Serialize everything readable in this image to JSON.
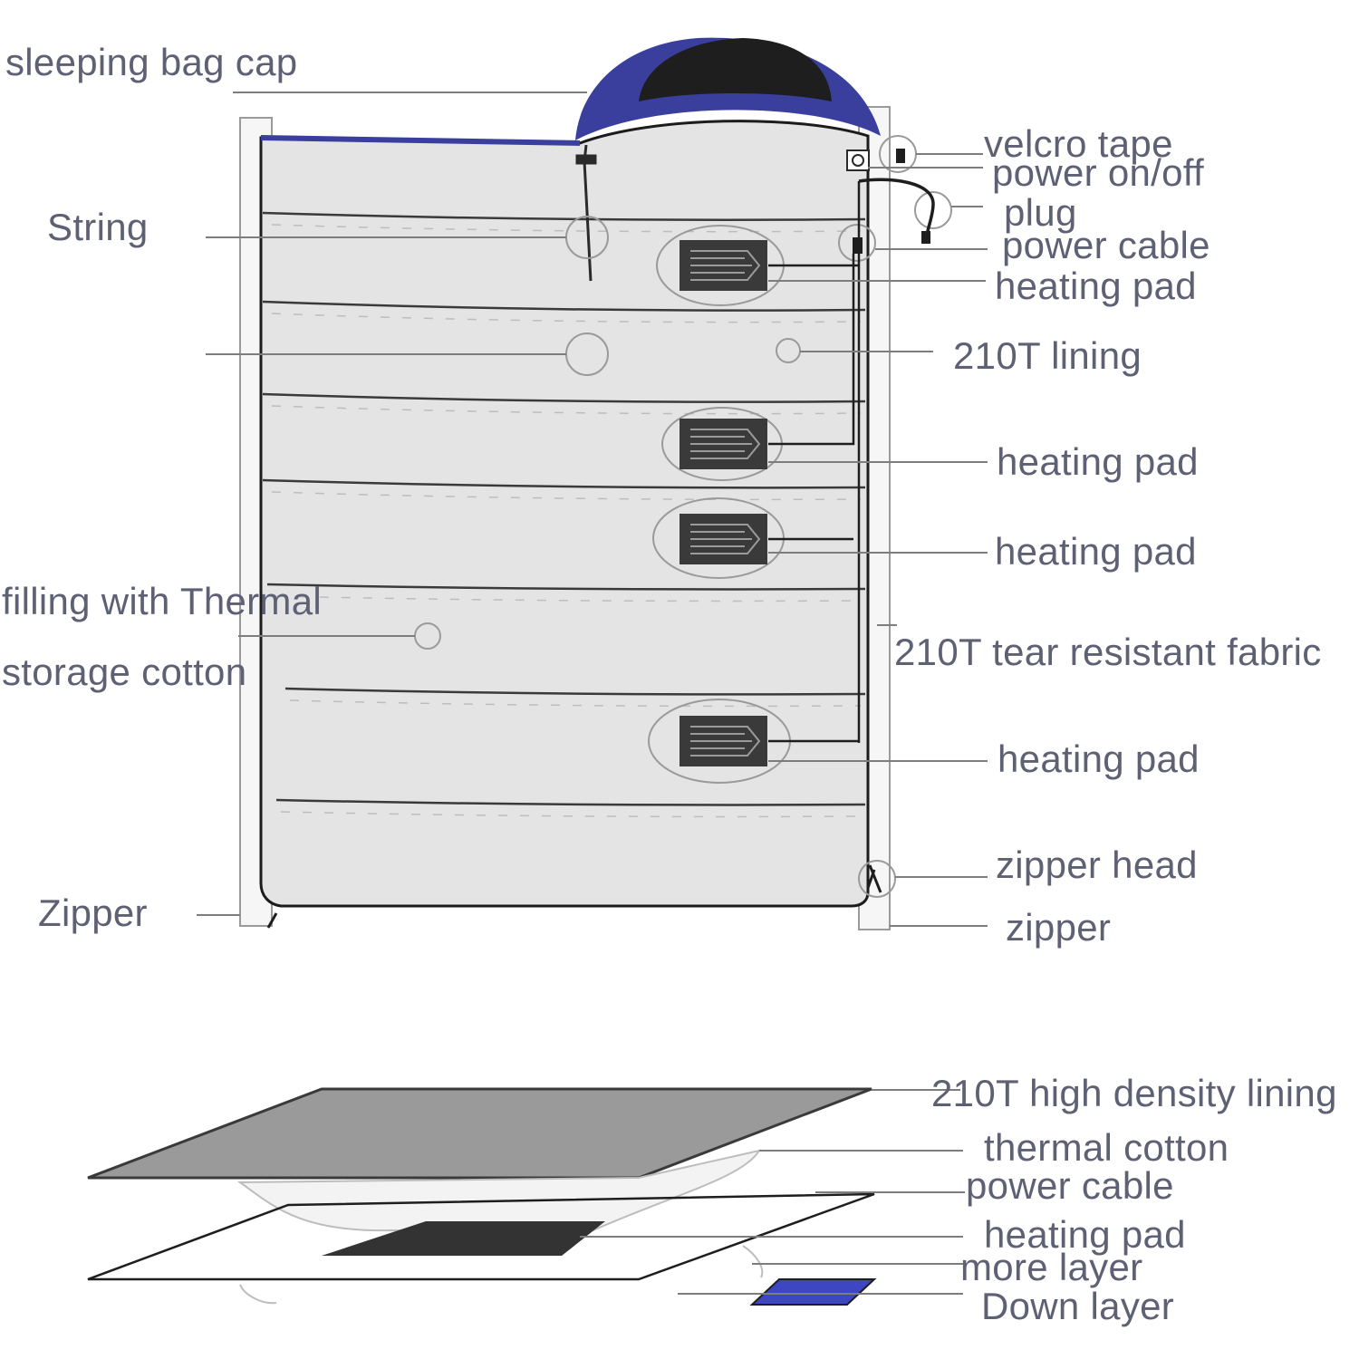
{
  "labels": {
    "sleeping_bag_cap": "sleeping bag cap",
    "string": "String",
    "filling_line1": "filling with Thermal",
    "filling_line2": "storage cotton",
    "zipper_left": "Zipper",
    "velcro_tape": "velcro tape",
    "power_on_off": "power on/off",
    "plug": "plug",
    "power_cable": "power cable",
    "heating_pad_1": "heating pad",
    "lining_210t": "210T lining",
    "heating_pad_2": "heating pad",
    "heating_pad_3": "heating pad",
    "tear_resistant_fabric": "210T tear resistant fabric",
    "heating_pad_4": "heating pad",
    "zipper_head": "zipper head",
    "zipper_right": "zipper"
  },
  "layers": {
    "high_density_lining": "210T high density lining",
    "thermal_cotton": "thermal cotton",
    "power_cable": "power cable",
    "heating_pad": "heating pad",
    "more_layer": "more layer",
    "down_layer": "Down layer"
  },
  "colors": {
    "label_text": "#5d6173",
    "hood_blue": "#3a3f9e",
    "hood_black": "#1e1e1e",
    "bag_fill": "#e4e4e4",
    "heating_pad": "#3a3a3a",
    "layer_gray": "#9a9a9a",
    "down_blue": "#3d47c2"
  }
}
